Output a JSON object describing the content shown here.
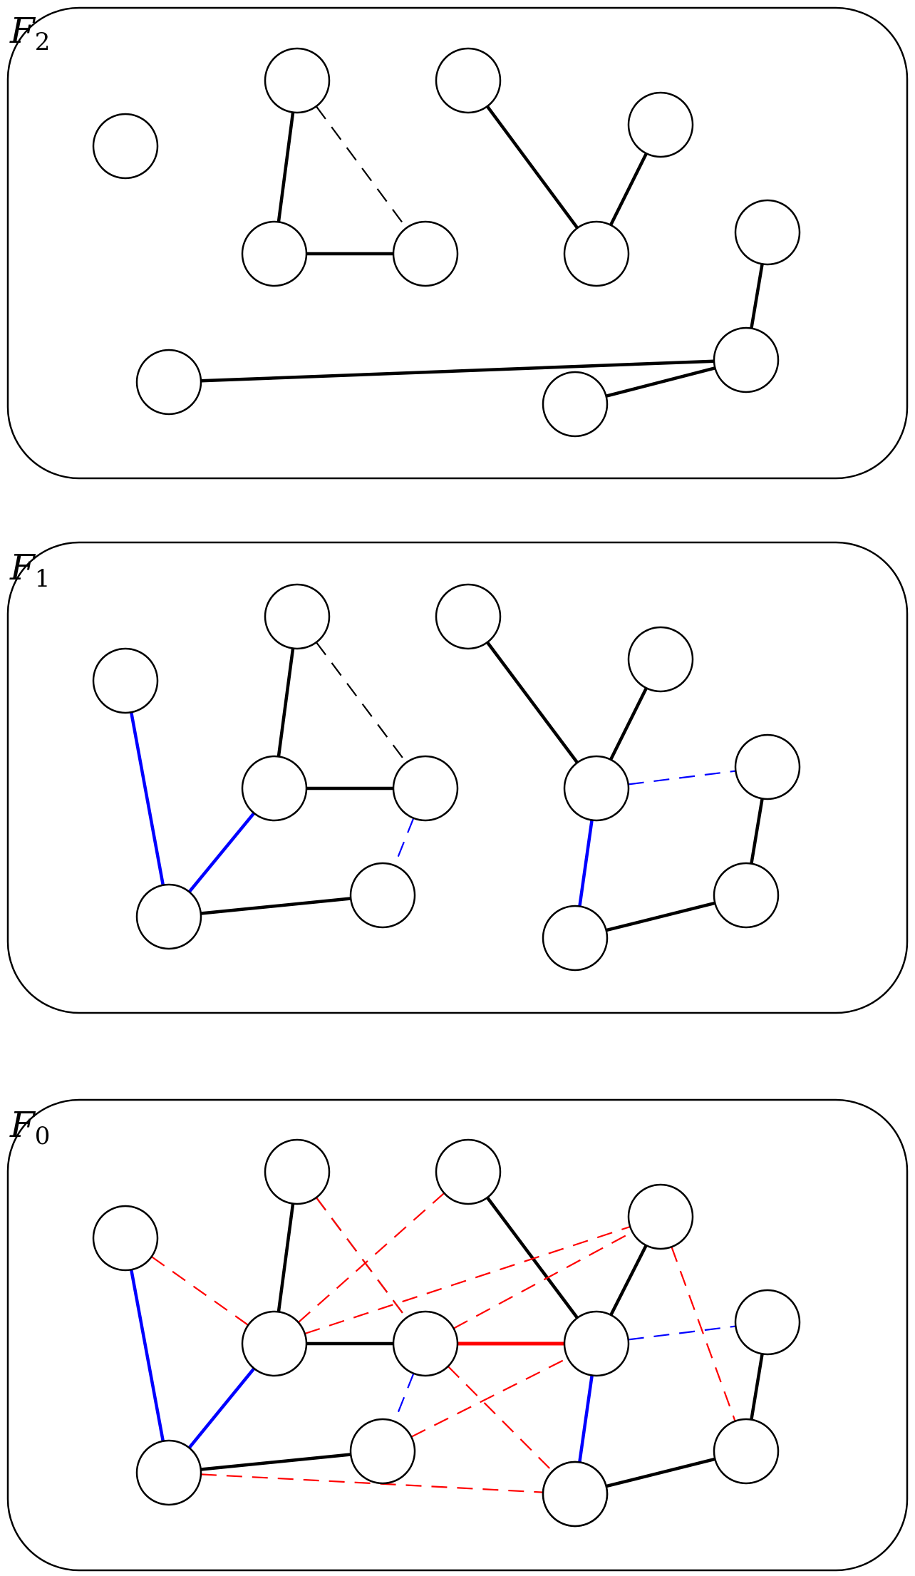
{
  "colors": {
    "tree": "#000000",
    "merged": "#0000ff",
    "highlight": "#ff0000",
    "frame": "#000000",
    "node_fill": "#ffffff"
  },
  "panels": [
    {
      "id": "F2",
      "label": {
        "base": "F",
        "sub": "2"
      },
      "nodes": [
        "a",
        "b",
        "c",
        "d",
        "f",
        "g",
        "h",
        "i",
        "k",
        "l",
        "m"
      ],
      "edges": [
        {
          "from": "b",
          "to": "c",
          "style": "solid",
          "color": "tree"
        },
        {
          "from": "c",
          "to": "d",
          "style": "solid",
          "color": "tree"
        },
        {
          "from": "b",
          "to": "d",
          "style": "dashed",
          "color": "tree"
        },
        {
          "from": "f",
          "to": "h",
          "style": "solid",
          "color": "tree"
        },
        {
          "from": "g",
          "to": "h",
          "style": "solid",
          "color": "tree"
        },
        {
          "from": "l",
          "to": "k",
          "style": "solid",
          "color": "tree"
        },
        {
          "from": "i",
          "to": "l",
          "style": "solid",
          "color": "tree"
        },
        {
          "from": "m",
          "to": "l",
          "style": "solid",
          "color": "tree"
        }
      ]
    },
    {
      "id": "F1",
      "label": {
        "base": "F",
        "sub": "1"
      },
      "nodes": [
        "a",
        "b",
        "c",
        "d",
        "e",
        "f",
        "g",
        "h",
        "i",
        "k",
        "l",
        "m"
      ],
      "edges": [
        {
          "from": "b",
          "to": "c",
          "style": "solid",
          "color": "tree"
        },
        {
          "from": "c",
          "to": "d",
          "style": "solid",
          "color": "tree"
        },
        {
          "from": "b",
          "to": "d",
          "style": "dashed",
          "color": "tree"
        },
        {
          "from": "f",
          "to": "h",
          "style": "solid",
          "color": "tree"
        },
        {
          "from": "g",
          "to": "h",
          "style": "solid",
          "color": "tree"
        },
        {
          "from": "l",
          "to": "k",
          "style": "solid",
          "color": "tree"
        },
        {
          "from": "m",
          "to": "l",
          "style": "solid",
          "color": "tree"
        },
        {
          "from": "i",
          "to": "e",
          "style": "solid",
          "color": "tree"
        },
        {
          "from": "a",
          "to": "i",
          "style": "solid",
          "color": "merged"
        },
        {
          "from": "c",
          "to": "i",
          "style": "solid",
          "color": "merged"
        },
        {
          "from": "h",
          "to": "m",
          "style": "solid",
          "color": "merged"
        },
        {
          "from": "h",
          "to": "k",
          "style": "dashed",
          "color": "merged"
        },
        {
          "from": "d",
          "to": "e",
          "style": "dashed",
          "color": "merged"
        }
      ]
    },
    {
      "id": "F0",
      "label": {
        "base": "F",
        "sub": "0"
      },
      "nodes": [
        "a",
        "b",
        "c",
        "d",
        "e",
        "f",
        "g",
        "h",
        "i",
        "j",
        "k",
        "l",
        "m"
      ],
      "edges": [
        {
          "from": "b",
          "to": "c",
          "style": "solid",
          "color": "tree"
        },
        {
          "from": "c",
          "to": "d",
          "style": "solid",
          "color": "tree"
        },
        {
          "from": "b",
          "to": "d",
          "style": "dashed",
          "color": "tree"
        },
        {
          "from": "f",
          "to": "h",
          "style": "solid",
          "color": "tree"
        },
        {
          "from": "g",
          "to": "h",
          "style": "solid",
          "color": "tree"
        },
        {
          "from": "l",
          "to": "k",
          "style": "solid",
          "color": "tree"
        },
        {
          "from": "m",
          "to": "l",
          "style": "solid",
          "color": "tree"
        },
        {
          "from": "i",
          "to": "e",
          "style": "solid",
          "color": "tree"
        },
        {
          "from": "a",
          "to": "i",
          "style": "solid",
          "color": "merged"
        },
        {
          "from": "c",
          "to": "i",
          "style": "solid",
          "color": "merged"
        },
        {
          "from": "h",
          "to": "m",
          "style": "solid",
          "color": "merged"
        },
        {
          "from": "h",
          "to": "k",
          "style": "dashed",
          "color": "merged"
        },
        {
          "from": "d",
          "to": "e",
          "style": "dashed",
          "color": "merged"
        },
        {
          "from": "d",
          "to": "h",
          "style": "solid",
          "color": "highlight"
        },
        {
          "from": "a",
          "to": "c",
          "style": "dashed",
          "color": "highlight"
        },
        {
          "from": "b",
          "to": "d",
          "style": "dashed",
          "color": "highlight"
        },
        {
          "from": "c",
          "to": "f",
          "style": "dashed",
          "color": "highlight"
        },
        {
          "from": "c",
          "to": "g",
          "style": "dashed",
          "color": "highlight"
        },
        {
          "from": "d",
          "to": "g",
          "style": "dashed",
          "color": "highlight"
        },
        {
          "from": "e",
          "to": "h",
          "style": "dashed",
          "color": "highlight"
        },
        {
          "from": "d",
          "to": "m",
          "style": "dashed",
          "color": "highlight"
        },
        {
          "from": "i",
          "to": "m",
          "style": "dashed",
          "color": "highlight"
        },
        {
          "from": "g",
          "to": "l",
          "style": "dashed",
          "color": "highlight"
        }
      ]
    }
  ]
}
